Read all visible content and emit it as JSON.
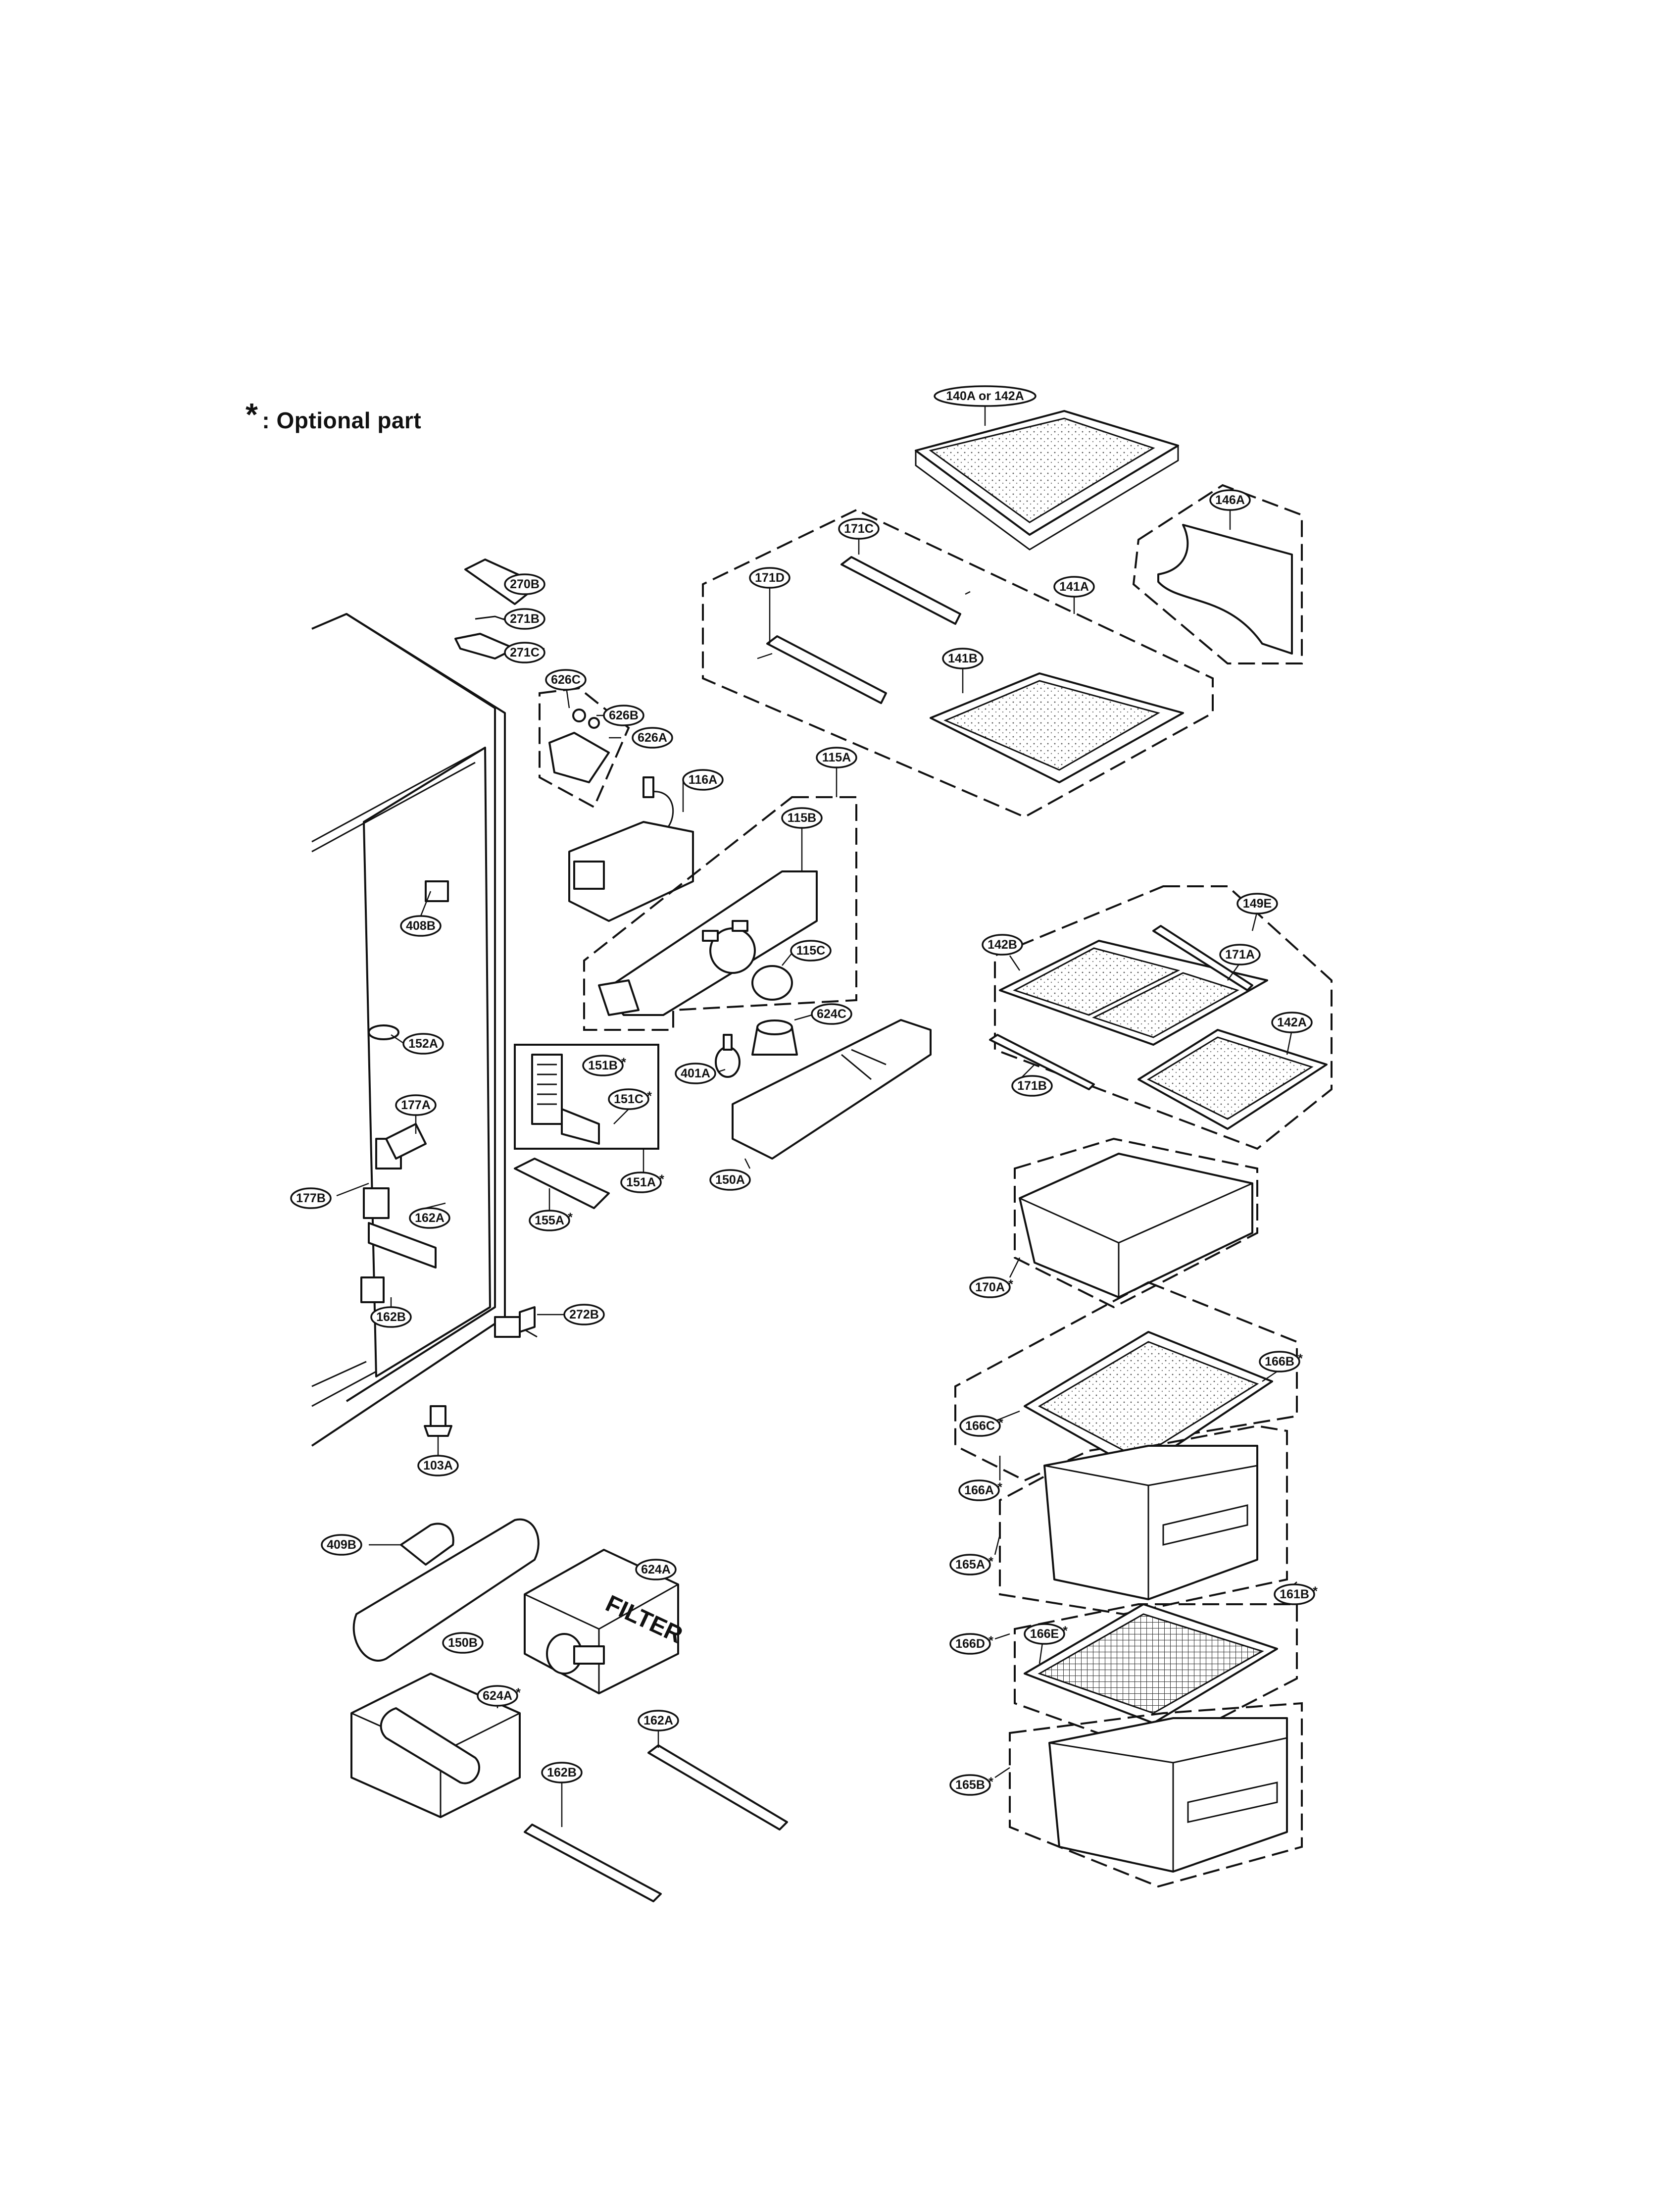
{
  "legend": {
    "symbol": "*",
    "text": ": Optional part"
  },
  "filter_box_text": "FILTER",
  "parts": [
    {
      "id": "140A or 142A",
      "optional": false
    },
    {
      "id": "146A",
      "optional": false
    },
    {
      "id": "171C",
      "optional": false
    },
    {
      "id": "171D",
      "optional": false
    },
    {
      "id": "141A",
      "optional": false
    },
    {
      "id": "141B",
      "optional": false
    },
    {
      "id": "270B",
      "optional": false
    },
    {
      "id": "271B",
      "optional": false
    },
    {
      "id": "271C",
      "optional": false
    },
    {
      "id": "626C",
      "optional": false
    },
    {
      "id": "626B",
      "optional": false
    },
    {
      "id": "626A",
      "optional": false
    },
    {
      "id": "116A",
      "optional": false
    },
    {
      "id": "115A",
      "optional": false
    },
    {
      "id": "115B",
      "optional": false
    },
    {
      "id": "115C",
      "optional": false
    },
    {
      "id": "624C",
      "optional": false
    },
    {
      "id": "401A",
      "optional": false
    },
    {
      "id": "150A",
      "optional": false
    },
    {
      "id": "408B",
      "optional": false
    },
    {
      "id": "152A",
      "optional": false
    },
    {
      "id": "151B",
      "optional": true
    },
    {
      "id": "151C",
      "optional": true
    },
    {
      "id": "151A",
      "optional": true
    },
    {
      "id": "177A",
      "optional": false
    },
    {
      "id": "177B",
      "optional": false
    },
    {
      "id": "162A",
      "optional": false
    },
    {
      "id": "155A",
      "optional": true
    },
    {
      "id": "162B",
      "optional": false
    },
    {
      "id": "272B",
      "optional": false
    },
    {
      "id": "103A",
      "optional": false
    },
    {
      "id": "149E",
      "optional": false
    },
    {
      "id": "142B",
      "optional": false
    },
    {
      "id": "171A",
      "optional": false
    },
    {
      "id": "142A",
      "optional": false
    },
    {
      "id": "171B",
      "optional": false
    },
    {
      "id": "170A",
      "optional": true
    },
    {
      "id": "166B",
      "optional": true
    },
    {
      "id": "166C",
      "optional": true
    },
    {
      "id": "166A",
      "optional": true
    },
    {
      "id": "165A",
      "optional": true
    },
    {
      "id": "161B",
      "optional": true
    },
    {
      "id": "166E",
      "optional": true
    },
    {
      "id": "166D",
      "optional": true
    },
    {
      "id": "165B",
      "optional": true
    },
    {
      "id": "409B",
      "optional": false
    },
    {
      "id": "624A",
      "optional": false
    },
    {
      "id": "150B",
      "optional": false
    },
    {
      "id": "624A",
      "optional": true
    },
    {
      "id": "162A",
      "optional": false
    },
    {
      "id": "162B",
      "optional": false
    }
  ]
}
